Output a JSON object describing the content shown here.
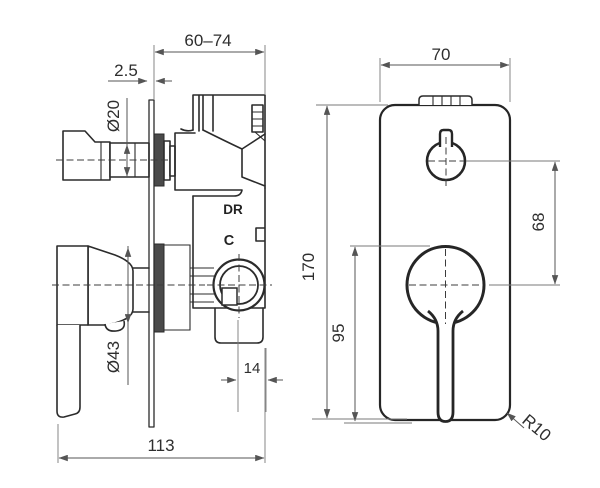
{
  "colors": {
    "background": "#ffffff",
    "line": "#2b2b2b",
    "dimension": "#555555"
  },
  "side_view": {
    "dim_depth_range": "60–74",
    "dim_plate_thickness": "2.5",
    "dim_spindle_diameter": "Ø20",
    "dim_escutcheon_diameter": "Ø43",
    "dim_outlet_offset": "14",
    "dim_overall_depth": "113",
    "label_outlet_top": "DR",
    "label_outlet_bottom": "C"
  },
  "front_view": {
    "dim_plate_width": "70",
    "dim_centre_distance": "68",
    "dim_plate_height": "170",
    "dim_lever_length": "95",
    "dim_corner_radius": "R10"
  }
}
